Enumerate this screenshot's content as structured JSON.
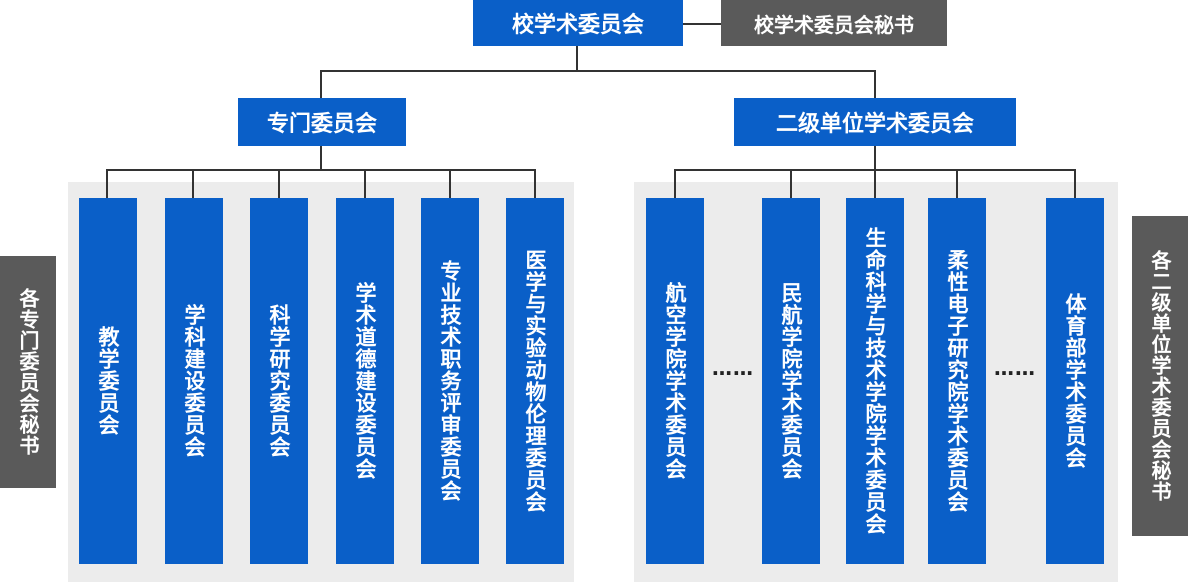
{
  "top": {
    "label": "校学术委员会",
    "secretary": "校学术委员会秘书"
  },
  "left_branch": {
    "label": "专门委员会",
    "secretary": "各专门委员会秘书",
    "items": [
      "教学委员会",
      "学科建设委员会",
      "科学研究委员会",
      "学术道德建设委员会",
      "专业技术职务评审委员会",
      "医学与实验动物伦理委员会"
    ]
  },
  "right_branch": {
    "label": "二级单位学术委员会",
    "secretary": "各二级单位学术委员会秘书",
    "items": [
      "航空学院学术委员会",
      "民航学院学术委员会",
      "生命科学与技术学院学术委员会",
      "柔性电子研究院学术委员会",
      "体育部学术委员会"
    ],
    "ellipsis": "……"
  },
  "colors": {
    "box": "#0a5fc8",
    "secretary": "#5a5a5a",
    "panel": "#ececec",
    "line": "#333333"
  }
}
